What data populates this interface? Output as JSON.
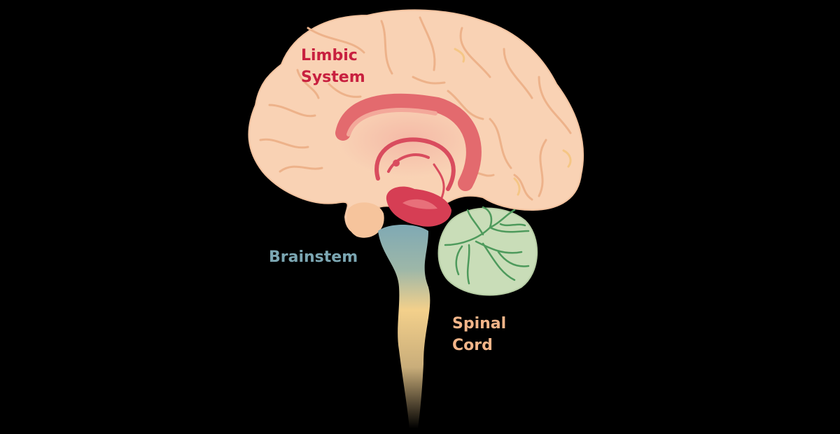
{
  "labels": {
    "limbic": {
      "line1": "Limbic",
      "line2": "System"
    },
    "brainstem": {
      "text": "Brainstem"
    },
    "spinal": {
      "line1": "Spinal",
      "line2": "Cord"
    }
  },
  "colors": {
    "background": "#000000",
    "cerebrum": "#F9D3B5",
    "sulci": "#E8A97F",
    "limbic": "#D94C5E",
    "limbic_label": "#C8203F",
    "brainstem": "#7EA9B4",
    "brainstem_label": "#7BA6B2",
    "spinal_cord": "#F5D28A",
    "spinal_label": "#F2B589",
    "cerebellum": "#C7DDB5",
    "cerebellum_branches": "#4E9A5C"
  }
}
